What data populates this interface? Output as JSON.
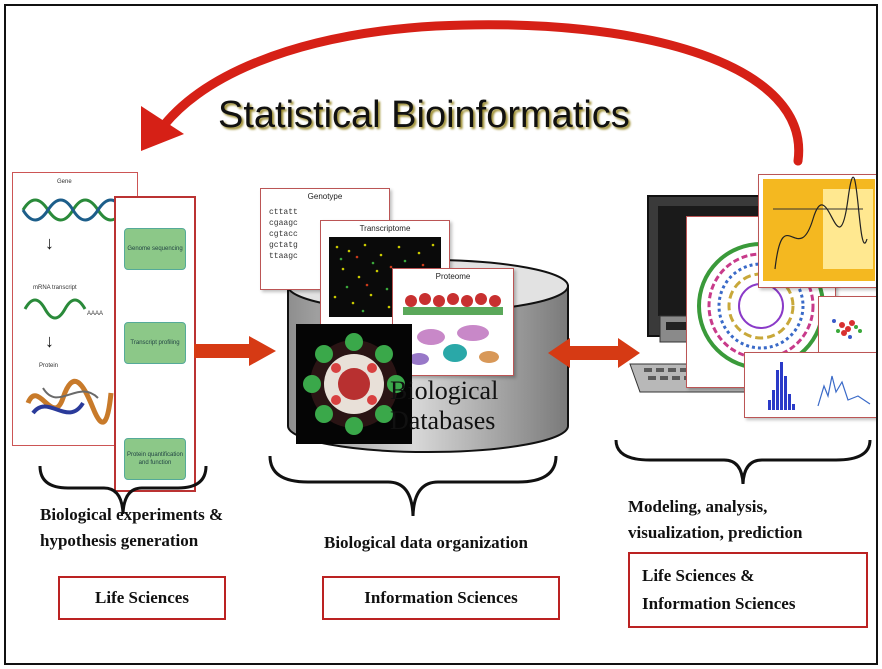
{
  "title": "Statistical Bioinformatics",
  "left": {
    "diagram_labels": [
      "Gene",
      "mRNA transcript",
      "Protein"
    ],
    "stages": [
      "Genome sequencing",
      "Transcript profiling",
      "Protein quantification and function"
    ],
    "caption_lines": [
      "Biological experiments &",
      "hypothesis generation"
    ],
    "box_label": "Life Sciences"
  },
  "middle": {
    "cards": [
      "Genotype",
      "Transcriptome",
      "Proteome"
    ],
    "genotype_seq": [
      "cttatt",
      "cgaagc",
      "cgtacc",
      "gctatg",
      "ttaagc"
    ],
    "db_lines": [
      "Biological",
      "Databases"
    ],
    "caption": "Biological data organization",
    "box_label": "Information Sciences"
  },
  "right": {
    "caption_lines": [
      "Modeling, analysis,",
      "visualization, prediction"
    ],
    "box_lines": [
      "Life Sciences &",
      "Information Sciences"
    ]
  },
  "colors": {
    "arrow_red": "#d62016",
    "box_red": "#b22222",
    "title_shadow": "#9a8a2a"
  }
}
